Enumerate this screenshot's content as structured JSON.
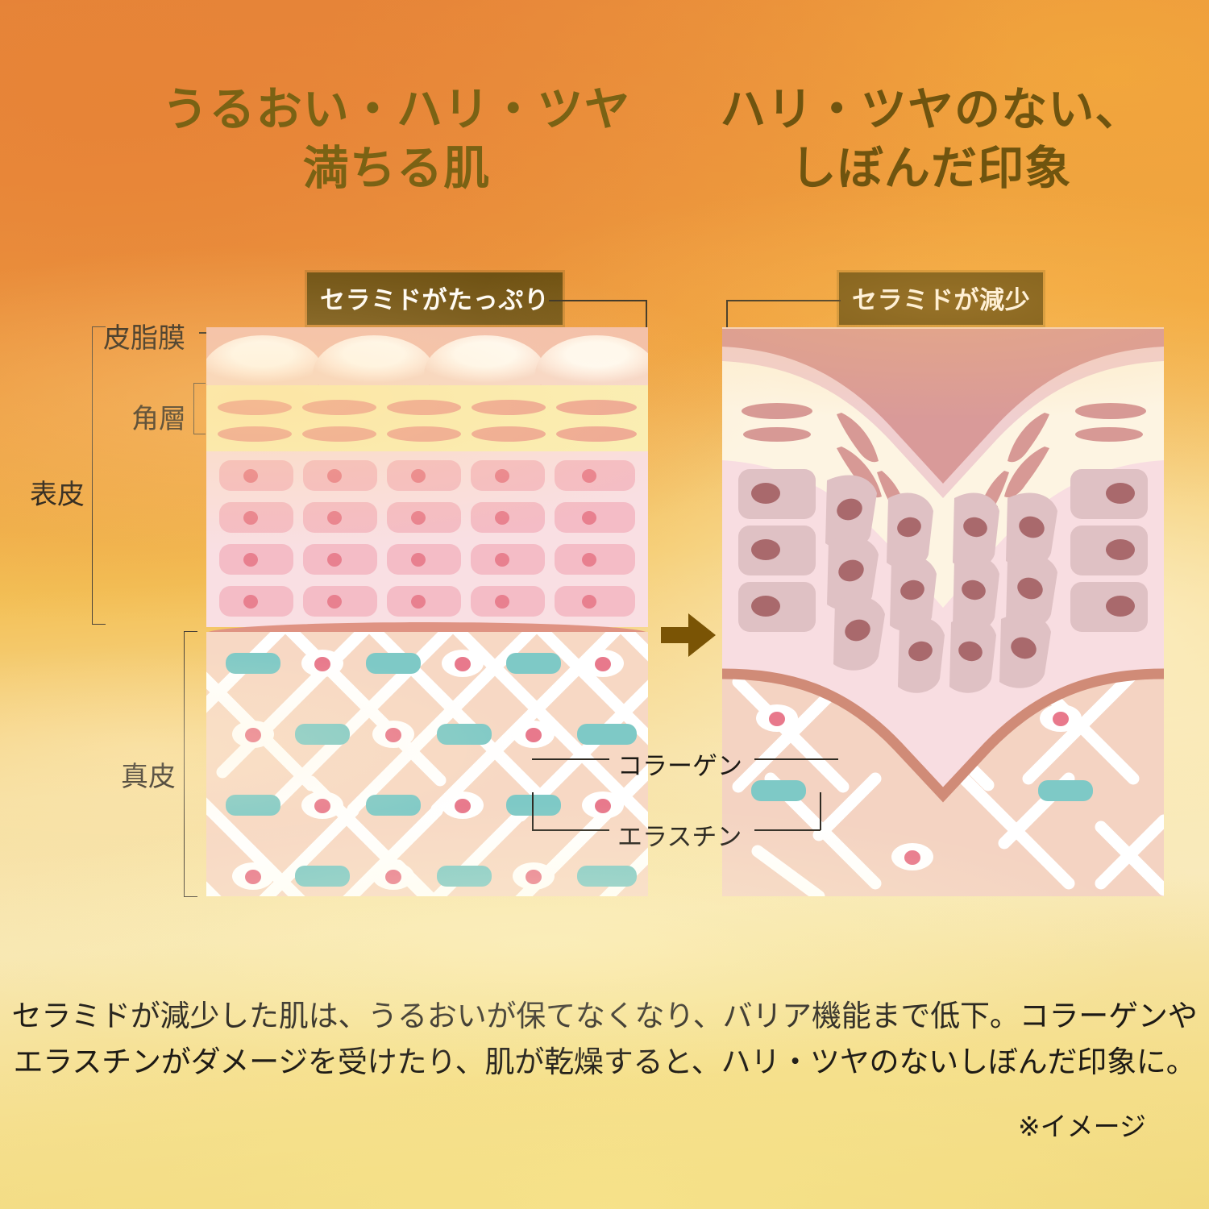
{
  "background": {
    "top_color": "#e4843c",
    "mid_color": "#f3c056",
    "bottom_color": "#f2dd8a"
  },
  "titles": {
    "left": "うるおい・ハリ・ツヤ\n満ちる肌",
    "right": "ハリ・ツヤのない、\nしぼんだ印象",
    "color": "#7a6214"
  },
  "badges": {
    "left": "セラミドがたっぷり",
    "right": "セラミドが減少",
    "background": "#6b4e10",
    "text_color": "#ffffff"
  },
  "layer_labels": {
    "sebum_film": "皮脂膜",
    "stratum_corneum": "角層",
    "epidermis": "表皮",
    "dermis": "真皮"
  },
  "structure_labels": {
    "collagen": "コラーゲン",
    "elastin": "エラスチン"
  },
  "arrow": {
    "name": "right-arrow",
    "color": "#7a5405"
  },
  "body_copy": "セラミドが減少した肌は、うるおいが保てなくなり、バリア機能まで低下。コラーゲンや\nエラスチンがダメージを受けたり、肌が乾燥すると、ハリ・ツヤのないしぼんだ印象に。",
  "footnote": "※イメージ",
  "panels": {
    "healthy": {
      "name": "healthy-skin-cross-section",
      "layers": [
        "皮脂膜",
        "角層",
        "表皮",
        "真皮"
      ],
      "colors": {
        "sebum": "#f2bfb1",
        "corneum": "#faf0b6",
        "corneocyte": "#eda796",
        "epidermis": "#f9dfe3",
        "epidermis_cell": "#f4bcc6",
        "epidermis_nucleus": "#e8808f",
        "basement": "#df9383",
        "dermis": "#f7d8c4",
        "collagen": "#ffffff",
        "elastin": "#7ec9c6",
        "fibroblast_nucleus": "#e8798c"
      },
      "counts": {
        "sebum_domes": 4,
        "corneocyte_rows": 2,
        "corneocyte_cols": 5,
        "epidermis_rows": 4,
        "epidermis_cols": 5
      }
    },
    "damaged": {
      "name": "damaged-skin-cross-section",
      "feature": "wrinkle-v-groove",
      "colors": {
        "surface": "#d99a99",
        "sub_surface": "#f0cfd0",
        "corneum": "#fdf4e2",
        "corneocyte": "#d79995",
        "epidermis": "#f8dde1",
        "epidermis_cell": "#dfc1c4",
        "epidermis_nucleus": "#a9696c",
        "basement": "#d08b77",
        "dermis": "#f4d3c2",
        "collagen": "#ffffff",
        "elastin": "#7ec9c6",
        "fibroblast_nucleus": "#e8798c"
      }
    }
  }
}
